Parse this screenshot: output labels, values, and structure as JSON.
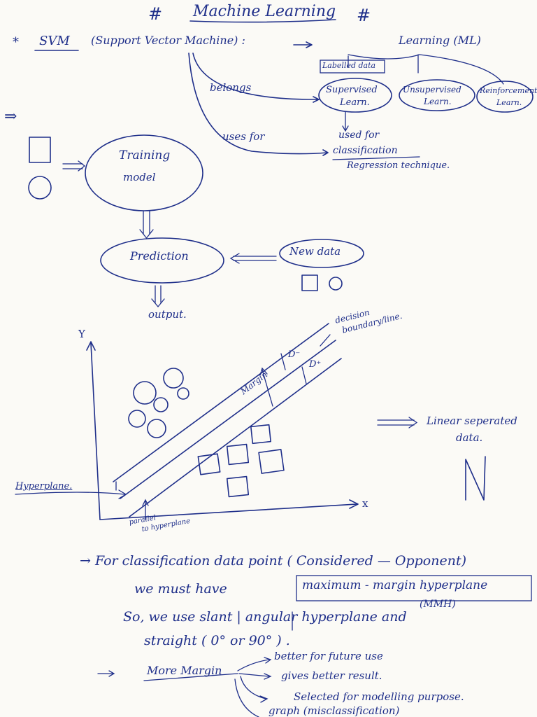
{
  "title": {
    "hash_left": "#",
    "text": "Machine Learning",
    "hash_right": "#"
  },
  "svm": {
    "bullet": "*",
    "heading": "SVM",
    "expansion": "(Support Vector Machine) :",
    "belongs": "belongs",
    "uses_for": "uses for"
  },
  "ml_tree": {
    "root": "Learning (ML)",
    "labelled": "Labelled data",
    "supervised": [
      "Supervised",
      "Learn."
    ],
    "unsupervised": [
      "Unsupervised",
      "Learn."
    ],
    "reinforcement": [
      "Reinforcement",
      "Learn."
    ],
    "used_for": "used for",
    "classification": "classification",
    "regression": "Regression technique."
  },
  "flow": {
    "arrow_left": "⇒",
    "training": [
      "Training",
      "model"
    ],
    "prediction": "Prediction",
    "new_data": "New data",
    "output": "output."
  },
  "graph": {
    "y_label": "Y",
    "x_label": "x",
    "decision": [
      "decision",
      "boundary/line."
    ],
    "d_minus": "D⁻",
    "d_plus": "D⁺",
    "margin": "Margin",
    "hyperplane": "Hyperplane.",
    "parallel": [
      "parallel",
      "to hyperplane"
    ],
    "linear": [
      "Linear seperated",
      "data."
    ],
    "letter": "N"
  },
  "notes": {
    "line1": "→  For classification data point ( Considered — Opponent)",
    "line2a": "we   must   have",
    "mmh_box": "maximum - margin hyperplane",
    "mmh": "(MMH)",
    "line3": "So, we use slant | angular hyperplane and",
    "line4": "straight ( 0° or 90° ) .",
    "more_margin": "More Margin",
    "b1": "better for future use",
    "b2": "gives better result.",
    "b3": "Selected for modelling purpose.",
    "b4": "graph (misclassification)"
  }
}
